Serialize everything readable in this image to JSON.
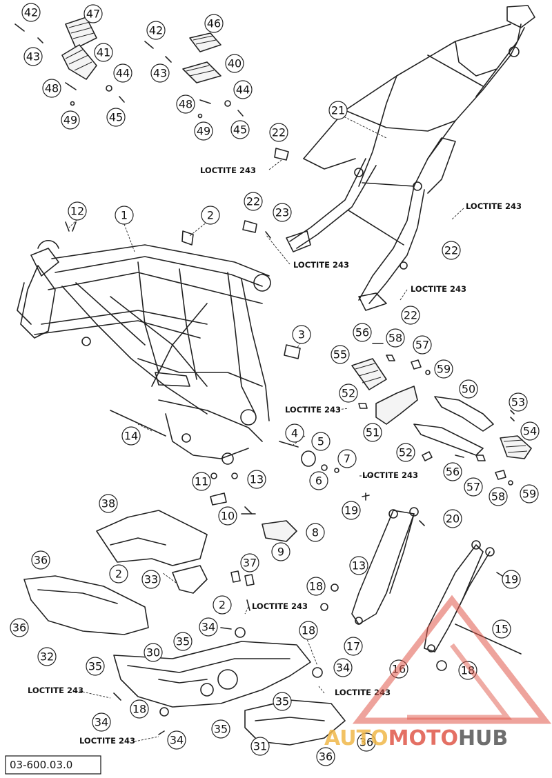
{
  "diagram": {
    "code": "03-600.03.0",
    "note_text": "LOCTITE 243",
    "callouts": {
      "c1": "1",
      "c2a": "2",
      "c2b": "2",
      "c2c": "2",
      "c3": "3",
      "c4": "4",
      "c5": "5",
      "c6": "6",
      "c7": "7",
      "c8": "8",
      "c9": "9",
      "c10": "10",
      "c11": "11",
      "c12": "12",
      "c13a": "13",
      "c13b": "13",
      "c14": "14",
      "c15": "15",
      "c16": "16",
      "c17": "17",
      "c18a": "18",
      "c18b": "18",
      "c18c": "18",
      "c18d": "18",
      "c19a": "19",
      "c19b": "19",
      "c20": "20",
      "c21": "21",
      "c22a": "22",
      "c22b": "22",
      "c22c": "22",
      "c22d": "22",
      "c23": "23",
      "c30": "30",
      "c31": "31",
      "c32": "32",
      "c33": "33",
      "c34a": "34",
      "c34b": "34",
      "c34c": "34",
      "c34d": "34",
      "c35a": "35",
      "c35b": "35",
      "c35c": "35",
      "c35d": "35",
      "c36a": "36",
      "c36b": "36",
      "c36c": "36",
      "c36d": "36",
      "c37": "37",
      "c38": "38",
      "c40": "40",
      "c41": "41",
      "c42a": "42",
      "c42b": "42",
      "c43a": "43",
      "c43b": "43",
      "c44a": "44",
      "c44b": "44",
      "c45a": "45",
      "c45b": "45",
      "c46": "46",
      "c47": "47",
      "c48a": "48",
      "c48b": "48",
      "c49a": "49",
      "c49b": "49",
      "c50": "50",
      "c51": "51",
      "c52a": "52",
      "c52b": "52",
      "c53": "53",
      "c54": "54",
      "c55": "55",
      "c56a": "56",
      "c56b": "56",
      "c57a": "57",
      "c57b": "57",
      "c58a": "58",
      "c58b": "58",
      "c59a": "59",
      "c59b": "59"
    }
  },
  "watermark": {
    "part1": "AUTO",
    "part2": "MOTO",
    "part3": "HUB",
    "colors": {
      "auto": "#f0b84a",
      "moto": "#e0584a",
      "hub": "#555555",
      "triangle": "#e0584a"
    }
  }
}
